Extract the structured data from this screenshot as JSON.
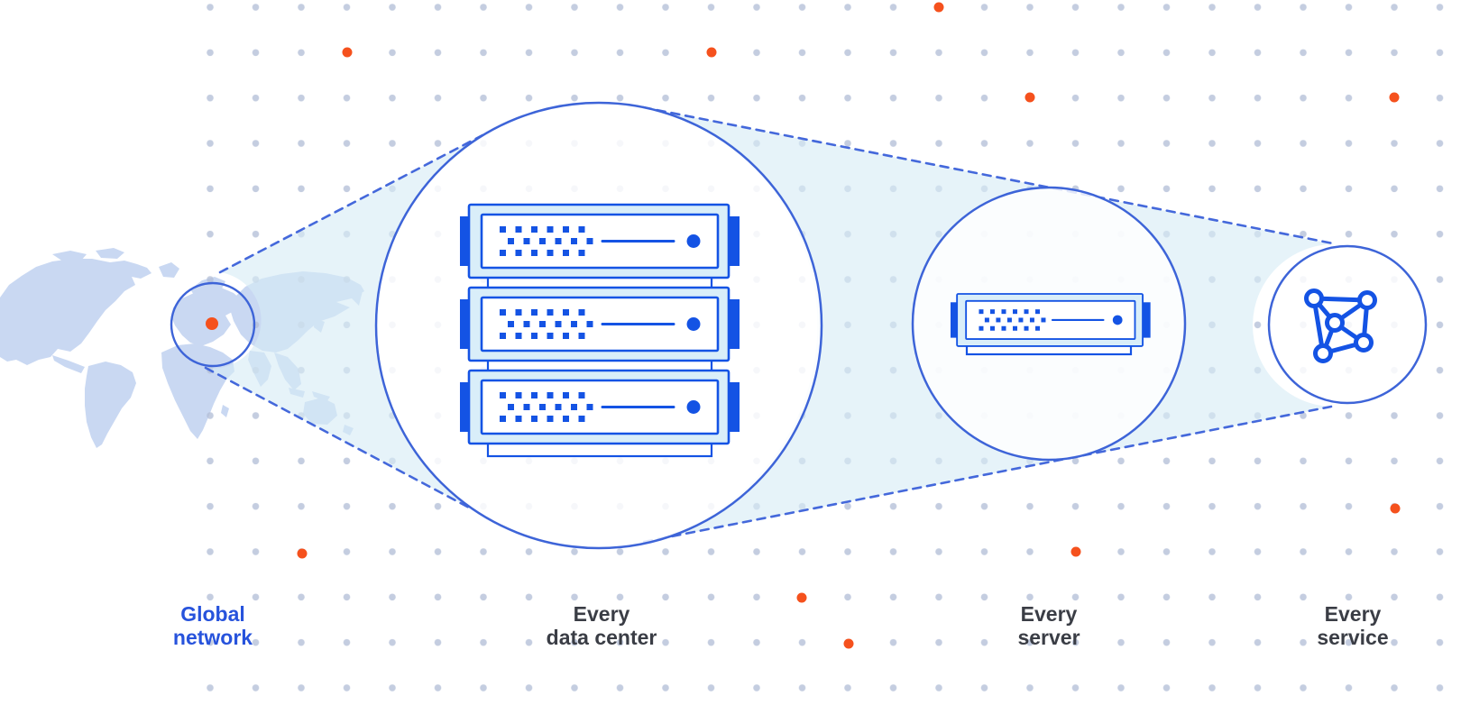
{
  "title": "Global network zoom diagram",
  "theme": {
    "accent_blue": "#2753DC",
    "stroke_blue": "#3D64D8",
    "dash_blue": "#4468DB",
    "server_blue": "#1453E4",
    "server_fill": "#D9EEF9",
    "funnel_fill": "#D7ECF5",
    "dot_color": "#B3BFD8",
    "orange": "#F5511D",
    "map_fill": "#C9D8F2",
    "label_dark": "#3A3D45"
  },
  "stages": [
    {
      "id": "global-network",
      "icon": "world-map-with-marker",
      "label_line1": "Global",
      "label_line2": "network"
    },
    {
      "id": "every-data-center",
      "icon": "server-rack-x3",
      "label_line1": "Every",
      "label_line2": "data center"
    },
    {
      "id": "every-server",
      "icon": "server-unit",
      "label_line1": "Every",
      "label_line2": "server"
    },
    {
      "id": "every-service",
      "icon": "network-graph",
      "label_line1": "Every",
      "label_line2": "service"
    }
  ]
}
